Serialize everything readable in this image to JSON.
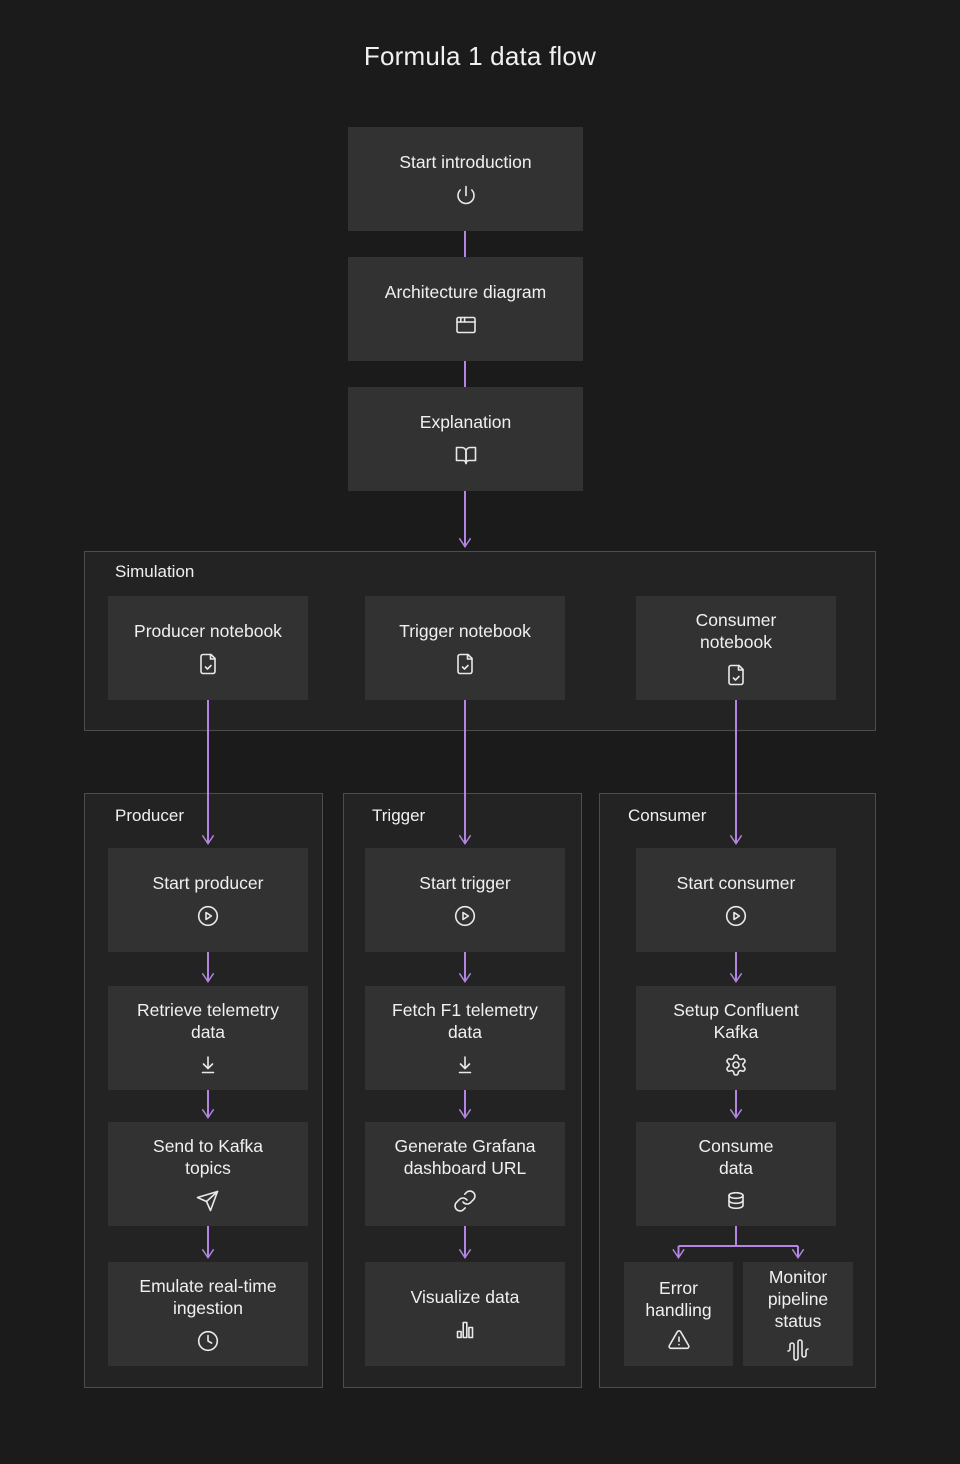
{
  "title": "Formula 1 data flow",
  "colors": {
    "background": "#1b1b1b",
    "node_background": "#323232",
    "group_background": "#232323",
    "group_border": "#4d4d4d",
    "text": "#f0f0f0",
    "arrow": "#b286e2"
  },
  "intro_nodes": [
    {
      "label": "Start introduction",
      "icon": "power-icon"
    },
    {
      "label": "Architecture diagram",
      "icon": "browser-window-icon"
    },
    {
      "label": "Explanation",
      "icon": "book-open-icon"
    }
  ],
  "simulation_group": {
    "label": "Simulation",
    "nodes": [
      {
        "label": "Producer notebook",
        "icon": "file-check-icon"
      },
      {
        "label": "Trigger notebook",
        "icon": "file-check-icon"
      },
      {
        "label": "Consumer notebook",
        "icon": "file-check-icon"
      }
    ]
  },
  "groups": [
    {
      "label": "Producer",
      "nodes": [
        {
          "label": "Start producer",
          "icon": "play-circle-icon"
        },
        {
          "label": "Retrieve telemetry\ndata",
          "icon": "download-icon"
        },
        {
          "label": "Send to Kafka\ntopics",
          "icon": "send-icon"
        },
        {
          "label": "Emulate real-time\ningestion",
          "icon": "clock-icon"
        }
      ]
    },
    {
      "label": "Trigger",
      "nodes": [
        {
          "label": "Start trigger",
          "icon": "play-circle-icon"
        },
        {
          "label": "Fetch F1 telemetry\ndata",
          "icon": "download-icon"
        },
        {
          "label": "Generate Grafana\ndashboard URL",
          "icon": "link-icon"
        },
        {
          "label": "Visualize data",
          "icon": "bar-chart-icon"
        }
      ]
    },
    {
      "label": "Consumer",
      "nodes": [
        {
          "label": "Start consumer",
          "icon": "play-circle-icon"
        },
        {
          "label": "Setup Confluent\nKafka",
          "icon": "gear-icon"
        },
        {
          "label": "Consume\ndata",
          "icon": "database-icon"
        },
        {
          "label": "Error\nhandling",
          "icon": "warning-triangle-icon"
        },
        {
          "label": "Monitor\npipeline\nstatus",
          "icon": "audio-waveform-icon"
        }
      ]
    }
  ]
}
